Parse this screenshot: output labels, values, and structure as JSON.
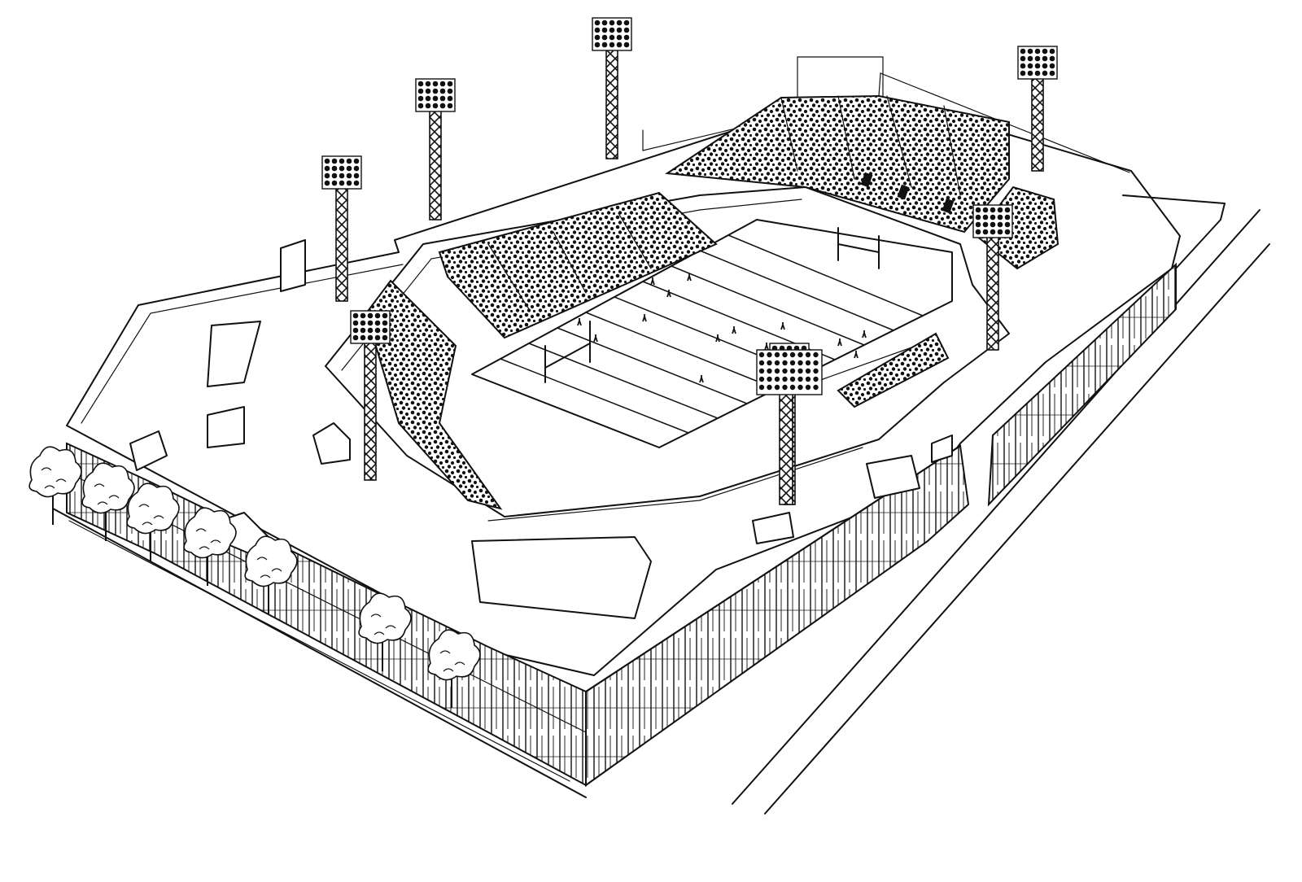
{
  "scene": {
    "subject": "stadium",
    "style": "line-drawing",
    "colors": {
      "ink": "#111111",
      "paper": "#ffffff"
    },
    "field": {
      "yard_lines": 9,
      "goal_posts": 2
    },
    "light_towers": 8,
    "stands": [
      "east-stand",
      "north-stand",
      "west-stand",
      "south-stand"
    ],
    "trees": 7
  }
}
